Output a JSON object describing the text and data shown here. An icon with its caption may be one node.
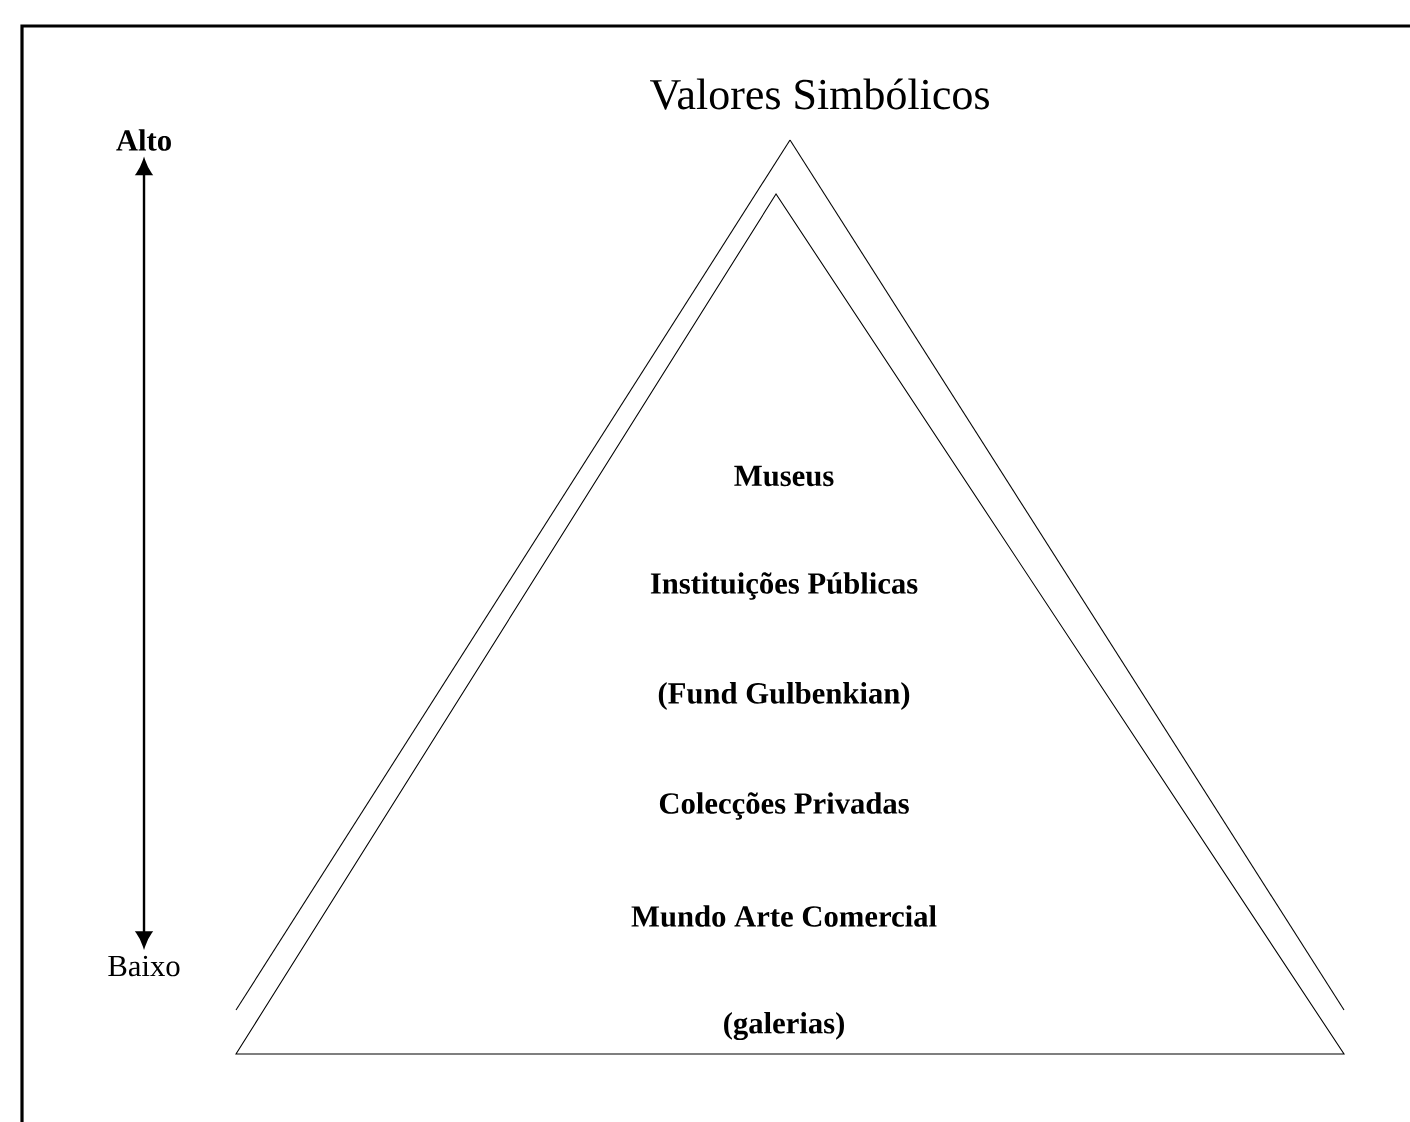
{
  "diagram": {
    "title": "Valores Simbólicos",
    "nodes": [
      {
        "text": [
          "Alto"
        ]
      },
      {
        "text": [
          "Museus",
          "Instituições Públicas",
          "(Fund Gulbenkian)",
          "Colecções Privadas",
          "Mundo Arte Comercial",
          "(galerias)"
        ]
      },
      {
        "text": [
          "Baixo"
        ]
      }
    ],
    "edges": [
      {
        "from": 0,
        "to": 2,
        "arrow": "both"
      }
    ]
  }
}
